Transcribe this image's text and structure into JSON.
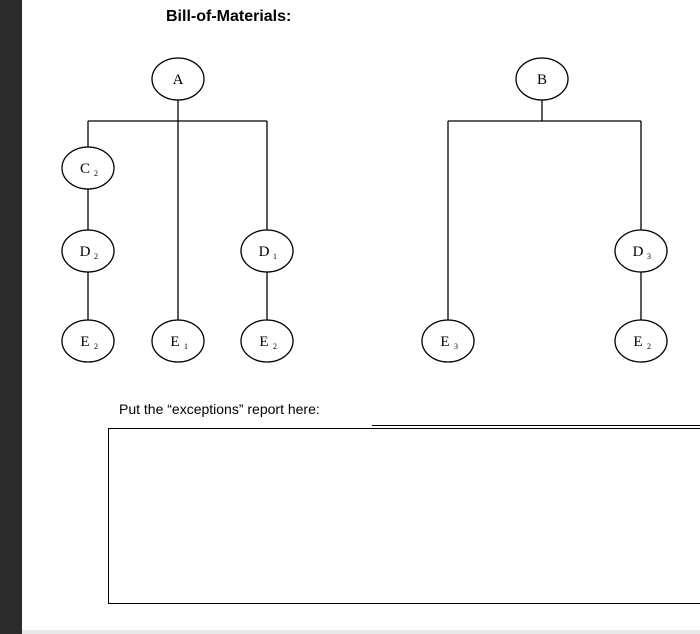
{
  "document": {
    "title": "Bill-of-Materials:",
    "report_prompt": "Put the “exceptions” report here:"
  },
  "bom": {
    "nodes": [
      {
        "id": "A",
        "base": "A",
        "sub": ""
      },
      {
        "id": "C2a",
        "base": "C",
        "sub": "2"
      },
      {
        "id": "D2a",
        "base": "D",
        "sub": "2"
      },
      {
        "id": "E2a",
        "base": "E",
        "sub": "2"
      },
      {
        "id": "E1a",
        "base": "E",
        "sub": "1"
      },
      {
        "id": "D1a",
        "base": "D",
        "sub": "1"
      },
      {
        "id": "E2b",
        "base": "E",
        "sub": "2"
      },
      {
        "id": "B",
        "base": "B",
        "sub": ""
      },
      {
        "id": "E3a",
        "base": "E",
        "sub": "3"
      },
      {
        "id": "D3a",
        "base": "D",
        "sub": "3"
      },
      {
        "id": "E2c",
        "base": "E",
        "sub": "2"
      }
    ],
    "edges": [
      [
        "A",
        "C2a"
      ],
      [
        "C2a",
        "D2a"
      ],
      [
        "D2a",
        "E2a"
      ],
      [
        "A",
        "E1a"
      ],
      [
        "A",
        "D1a"
      ],
      [
        "D1a",
        "E2b"
      ],
      [
        "B",
        "E3a"
      ],
      [
        "B",
        "D3a"
      ],
      [
        "D3a",
        "E2c"
      ]
    ]
  }
}
